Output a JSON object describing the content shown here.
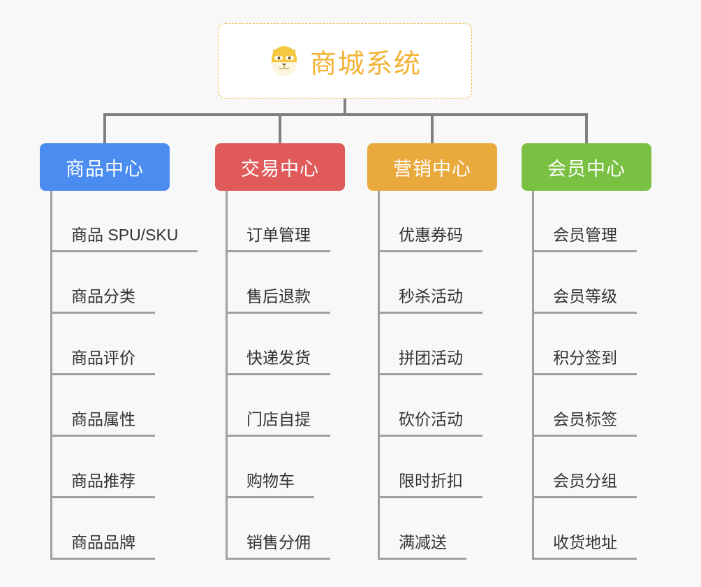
{
  "diagram": {
    "title": "商城系统",
    "root": {
      "label": "商城系统",
      "icon": "shiba-dog-face-icon",
      "border_color": "#f0b849",
      "text_color": "#f2b336",
      "background": "#ffffff"
    },
    "background_color": "#f8f8f8",
    "connector_color": "#808080",
    "leaf_line_color": "#a0a0a0",
    "leaf_text_color": "#333333",
    "branches": [
      {
        "label": "商品中心",
        "color": "#4a8cf0",
        "items": [
          "商品 SPU/SKU",
          "商品分类",
          "商品评价",
          "商品属性",
          "商品推荐",
          "商品品牌"
        ]
      },
      {
        "label": "交易中心",
        "color": "#e05a5a",
        "items": [
          "订单管理",
          "售后退款",
          "快递发货",
          "门店自提",
          "购物车",
          "销售分佣"
        ]
      },
      {
        "label": "营销中心",
        "color": "#eaa93c",
        "items": [
          "优惠券码",
          "秒杀活动",
          "拼团活动",
          "砍价活动",
          "限时折扣",
          "满减送"
        ]
      },
      {
        "label": "会员中心",
        "color": "#7ac143",
        "items": [
          "会员管理",
          "会员等级",
          "积分签到",
          "会员标签",
          "会员分组",
          "收货地址"
        ]
      }
    ]
  }
}
